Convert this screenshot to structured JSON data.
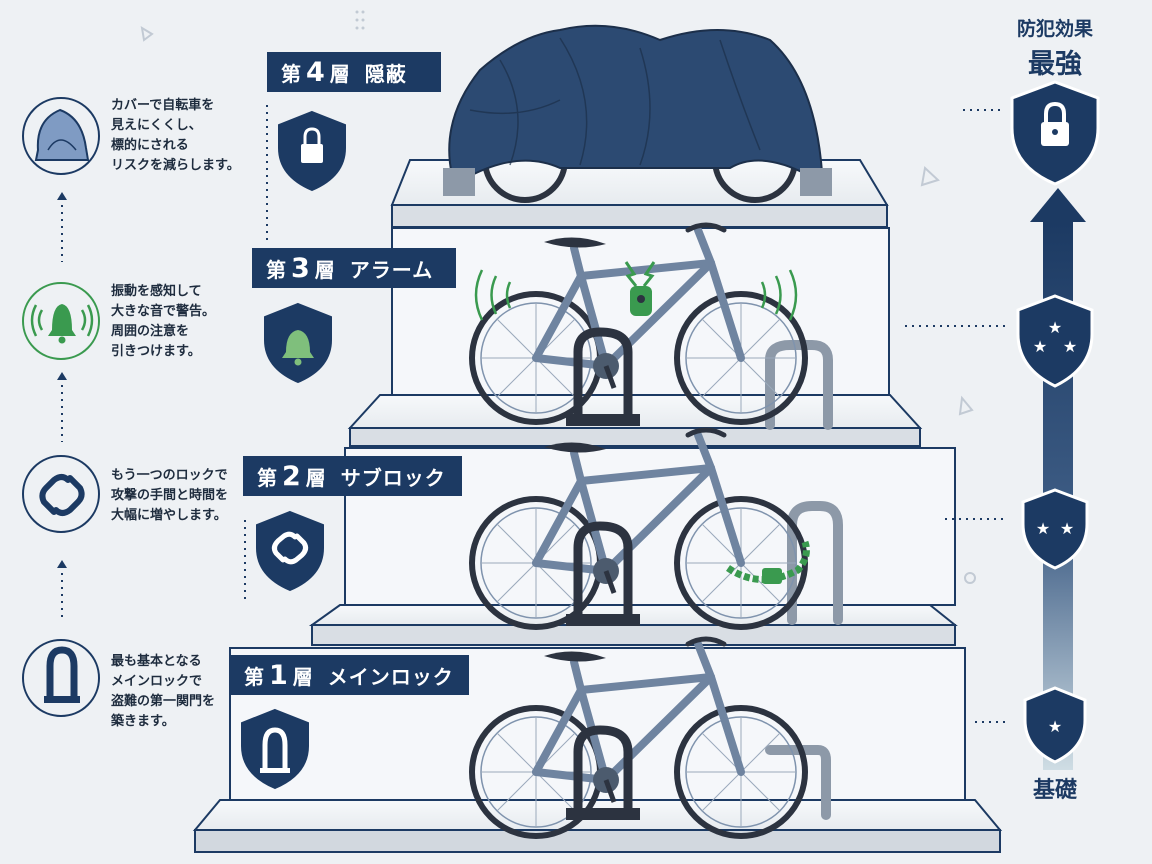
{
  "header": {
    "effect_label": "防犯効果",
    "strongest_label": "最強",
    "foundation_label": "基礎"
  },
  "layers": [
    {
      "prefix": "第",
      "number": "4",
      "suffix": "層",
      "name": "隠蔽",
      "icon": "lock-icon",
      "description": [
        "カバーで自転車を",
        "見えにくくし、",
        "標的にされる",
        "リスクを減らします。"
      ]
    },
    {
      "prefix": "第",
      "number": "3",
      "suffix": "層",
      "name": "アラーム",
      "icon": "bell-icon",
      "description": [
        "振動を感知して",
        "大きな音で警告。",
        "周囲の注意を",
        "引きつけます。"
      ]
    },
    {
      "prefix": "第",
      "number": "2",
      "suffix": "層",
      "name": "サブロック",
      "icon": "chain-link-icon",
      "description": [
        "もう一つのロックで",
        "攻撃の手間と時間を",
        "大幅に増やします。"
      ]
    },
    {
      "prefix": "第",
      "number": "1",
      "suffix": "層",
      "name": "メインロック",
      "icon": "u-lock-icon",
      "description": [
        "最も基本となる",
        "メインロックで",
        "盗難の第一関門を",
        "築きます。"
      ]
    }
  ],
  "colors": {
    "navy": "#1c3a63",
    "green": "#3a9a4f",
    "bike": "#7f93ad",
    "background": "#eef1f4"
  }
}
